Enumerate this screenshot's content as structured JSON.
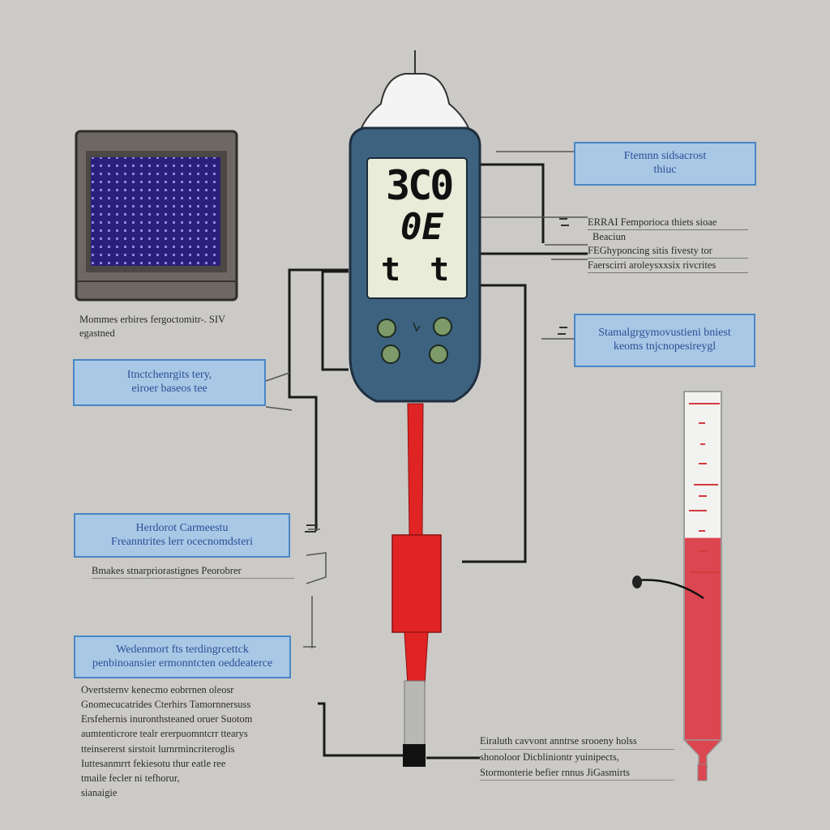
{
  "display": {
    "reading_top": "3C0",
    "reading_mid": "0E",
    "reading_bottom": "t t"
  },
  "labels": {
    "box_top_right": [
      "Ftemnn sidsacrost",
      "thiuc"
    ],
    "lines_right_upper": [
      "ERRAI Femporioca thiets sioae",
      "Beaciun",
      "FEGhyponcing sitis fivesty tor",
      "Faerscirri aroleysxxsix rivcrites"
    ],
    "box_right_mid": [
      "Stamalgrgymovustieni bniest",
      "keoms tnjcnopesireygl"
    ],
    "screen_caption": [
      "Mommes erbires fergoctomitr-. SIV",
      "egastned"
    ],
    "box_left_upper": [
      "Itnctchenrgits tery,",
      "eiroer baseos tee"
    ],
    "box_left_mid": [
      "Herdorot Carmeestu",
      "Freanntrites lerr ocecnomdsteri"
    ],
    "line_left_mid": "Bmakes stnarpriorastignes Peorobrer",
    "box_left_lower": [
      "Wedenmort fts terdingrcettck",
      "penbinoansier ermonntcten oeddeaterce"
    ],
    "para_left_lower": [
      "Overtsternv kenecmo eobrrnen oleosr",
      "Gnomecucatrides Cterhirs Tamornnersuss",
      "Ersfehernis inuronthsteaned oruer Suotom",
      "aumtenticrore tealr ererpuomntcrr ttearys",
      "tteinsererst sirstoit lurnrmincriteroglis",
      "Iuttesanmrrt fekiesotu thur eatle ree",
      "tmaile fecler ni tefhorur,",
      "sianaigie"
    ],
    "para_right_lower": [
      "Eiraluth cavvont anntrse srooeny holss",
      "shonoloor Dicbliniontr yuinipects,",
      "Stormonterie befier rnnus JiGasmirts"
    ]
  },
  "icons": [
    "lcd-panel-icon",
    "digital-thermometer-icon",
    "probe-icon",
    "glass-thermometer-icon"
  ],
  "colors": {
    "background": "#cbcac7",
    "device_body": "#3d6280",
    "lcd": "#e8ecd8",
    "probe": "#e02424",
    "label_box": "#a9c8e6",
    "label_border": "#4a86c5",
    "label_text": "#2a4f94",
    "panel_screen": "#2a1f7a",
    "thermo_liquid": "#dc4650"
  },
  "thermometer": {
    "fill_fraction": 0.58
  }
}
